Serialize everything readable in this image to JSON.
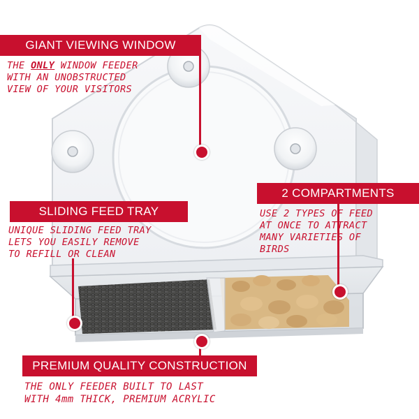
{
  "callouts": {
    "viewing_window": {
      "title": "GIANT VIEWING WINDOW",
      "line1_pre": "THE ",
      "line1_emph": "ONLY",
      "line1_post": " WINDOW FEEDER",
      "line2": "WITH AN UNOBSTRUCTED",
      "line3": "VIEW OF YOUR VISITORS"
    },
    "sliding_tray": {
      "title": "SLIDING FEED TRAY",
      "lines": [
        "UNIQUE SLIDING FEED TRAY",
        "LETS YOU EASILY REMOVE",
        "TO REFILL OR CLEAN"
      ]
    },
    "compartments": {
      "title": "2 COMPARTMENTS",
      "lines": [
        "USE 2 TYPES OF FEED",
        "AT ONCE TO ATTRACT",
        "MANY VARIETIES OF",
        "BIRDS"
      ]
    },
    "construction": {
      "title": "PREMIUM QUALITY CONSTRUCTION",
      "lines": [
        "THE ONLY FEEDER BUILT TO LAST",
        "WITH 4mm THICK, PREMIUM ACRYLIC"
      ]
    }
  },
  "colors": {
    "accent": "#c8102e",
    "acrylic_edge": "#c9cdd2"
  }
}
